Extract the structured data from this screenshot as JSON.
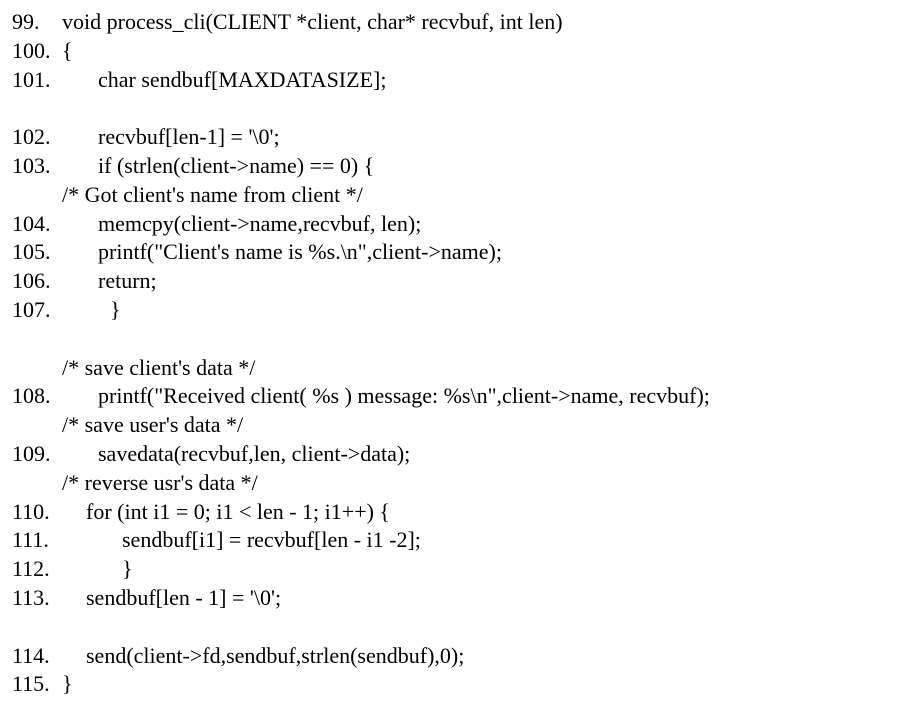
{
  "lines": [
    {
      "num": "99.",
      "code": "void process_cli(CLIENT *client, char* recvbuf, int len)",
      "indent": 62
    },
    {
      "num": "100.",
      "code": "{",
      "indent": 62
    },
    {
      "num": "101.",
      "code": "char sendbuf[MAXDATASIZE];",
      "indent": 98
    },
    {
      "num": "",
      "code": "",
      "indent": 0
    },
    {
      "num": "102.",
      "code": "recvbuf[len-1] = '\\0';",
      "indent": 98
    },
    {
      "num": "103.",
      "code": "if (strlen(client->name) == 0) {",
      "indent": 98
    },
    {
      "num": "",
      "code": "/* Got client's name from client */",
      "indent": 62
    },
    {
      "num": "104.",
      "code": "memcpy(client->name,recvbuf, len);",
      "indent": 98
    },
    {
      "num": "105.",
      "code": "printf(\"Client's name is %s.\\n\",client->name);",
      "indent": 98
    },
    {
      "num": "106.",
      "code": "return;",
      "indent": 98
    },
    {
      "num": "107.",
      "code": "}",
      "indent": 110
    },
    {
      "num": "",
      "code": "",
      "indent": 0
    },
    {
      "num": "",
      "code": "/* save client's data */",
      "indent": 62
    },
    {
      "num": "108.",
      "code": "printf(\"Received client( %s ) message: %s\\n\",client->name, recvbuf);",
      "indent": 98
    },
    {
      "num": "",
      "code": "/* save user's data */",
      "indent": 62
    },
    {
      "num": "109.",
      "code": "savedata(recvbuf,len, client->data);",
      "indent": 98
    },
    {
      "num": "",
      "code": "/* reverse usr's data */",
      "indent": 62
    },
    {
      "num": "110.",
      "code": "for (int i1 = 0; i1 < len - 1; i1++) {",
      "indent": 86
    },
    {
      "num": "111.",
      "code": "sendbuf[i1] = recvbuf[len - i1 -2];",
      "indent": 122
    },
    {
      "num": "112.",
      "code": "}",
      "indent": 122
    },
    {
      "num": "113.",
      "code": "sendbuf[len - 1] = '\\0';",
      "indent": 86
    },
    {
      "num": "",
      "code": "",
      "indent": 0
    },
    {
      "num": "114.",
      "code": "send(client->fd,sendbuf,strlen(sendbuf),0);",
      "indent": 86
    },
    {
      "num": "115.",
      "code": "}",
      "indent": 62
    }
  ]
}
